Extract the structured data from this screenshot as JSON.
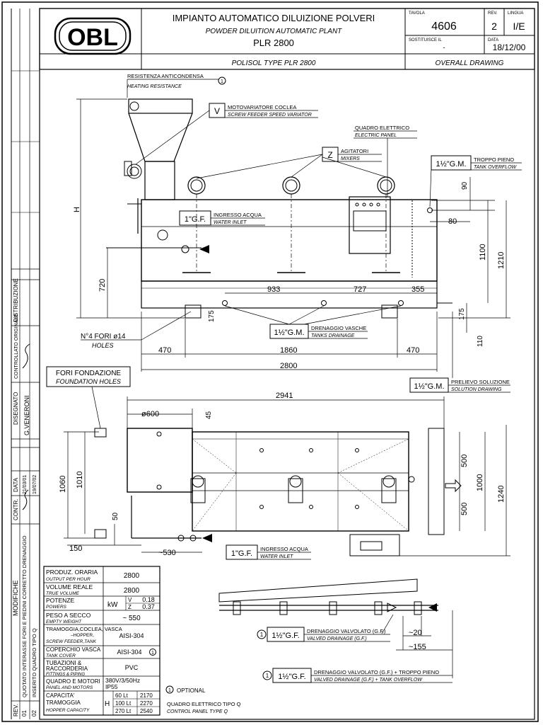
{
  "title_block": {
    "title_it": "IMPIANTO AUTOMATICO DILUIZIONE POLVERI",
    "title_en": "POWDER DILUITION AUTOMATIC PLANT",
    "model": "PLR 2800",
    "subtitle": "POLISOL TYPE PLR 2800",
    "drawing_type": "OVERALL DRAWING",
    "logo": "OBL",
    "tavola_label": "TAVOLA",
    "tavola": "4606",
    "rev_label": "REV.",
    "rev": "2",
    "lingua_label": "LINGUA",
    "lingua": "I/E",
    "sostituisce_label": "SOSTITUISCE IL",
    "sostituisce": "-",
    "data_label": "DATA",
    "data": "18/12/00"
  },
  "callouts": {
    "heating_it": "RESISTENZA ANTICONDENSA",
    "heating_en": "HEATING RESISTANCE",
    "heating_num": "1",
    "variator_letter": "V",
    "variator_it": "MOTOVARIATORE COCLEA",
    "variator_en": "SCREW FEEDER SPEED VARIATOR",
    "panel_it": "QUADRO ELETTRICO",
    "panel_en": "ELECTRIC PANEL",
    "mixers_letter": "Z",
    "mixers_it": "AGITATORI",
    "mixers_en": "MIXERS",
    "overflow_size": "1½\"G.M.",
    "overflow_it": "TROPPO PIENO",
    "overflow_en": "TANK OVERFLOW",
    "inlet_size": "1\"G.F.",
    "inlet_it": "INGRESSO ACQUA",
    "inlet_en": "WATER INLET",
    "drain_size": "1½\"G.M.",
    "drain_it": "DRENAGGIO VASCHE",
    "drain_en": "TANKS DRAINAGE",
    "holes_it": "N°4 FORI ø14",
    "holes_en": "HOLES",
    "found_it": "FORI FONDAZIONE",
    "found_en": "FOUNDATION HOLES",
    "sol_size": "1½\"G.M.",
    "sol_it": "PRELIEVO SOLUZIONE",
    "sol_en": "SOLUTION DRAWING",
    "inlet2_size": "1\"G.F.",
    "inlet2_it": "INGRESSO ACQUA",
    "inlet2_en": "WATER INLET",
    "valve_num": "1",
    "valve_size": "1½\"G.F.",
    "valve_it": "DRENAGGIO VALVOLATO (G.F.)",
    "valve_en": "VALVED DRAINAGE (G.F.)",
    "valve2_num": "1",
    "valve2_size": "1½\"G.F.",
    "valve2_it": "DRENAGGIO VALVOLATO (G.F.) + TROPPO PIENO",
    "valve2_en": "VALVED DRAINAGE (G.F.) + TANK OVERFLOW",
    "optional_num": "1",
    "optional": "OPTIONAL",
    "panel_q_it": "QUADRO ELETTRICO TIPO Q",
    "panel_q_en": "CONTROL PANEL TYPE Q"
  },
  "dimensions": {
    "H": "H",
    "d720": "720",
    "d90": "90",
    "d80": "80",
    "d1100": "1100",
    "d1210": "1210",
    "d933": "933",
    "d727": "727",
    "d355": "355",
    "d175a": "175",
    "d175b": "175",
    "d110": "110",
    "d470a": "470",
    "d1860": "1860",
    "d470b": "470",
    "d2800": "2800",
    "d2941": "2941",
    "d600": "ø600",
    "d45": "45",
    "d1060": "1060",
    "d1010": "1010",
    "d50": "50",
    "d150": "150",
    "d530": "~530",
    "d500a": "500",
    "d500b": "500",
    "d1000": "1000",
    "d1240": "1240",
    "d20": "~20",
    "d155": "~155",
    "kw": "kW"
  },
  "specs": [
    {
      "it": "PRODUZ. ORARIA",
      "en": "OUTPUT PER HOUR",
      "val": "2800"
    },
    {
      "it": "VOLUME REALE",
      "en": "TRUE VOLUME",
      "val": "2800"
    },
    {
      "it": "POTENZE",
      "en": "POWERS",
      "val": ""
    },
    {
      "it": "PESO A SECCO",
      "en": "EMPTY WEIGHT",
      "val": "~ 550"
    },
    {
      "it": "TRAMOGGIA,COCLEA, VASCA",
      "it2": "–HOPPER,",
      "en": "SCREW FEEDER,TANK",
      "val": "AISI-304"
    },
    {
      "it": "COPERCHIO VASCA",
      "en": "TANK COVER",
      "val": "AISI-304"
    },
    {
      "it": "TUBAZIONI &",
      "it2": "RACCORDERIA",
      "en": "FITTINGS & PIPING",
      "val": "PVC"
    },
    {
      "it": "QUADRO E MOTORI",
      "en": "PANEL AND MOTORS",
      "val": "380V/3/50Hz",
      "val2": "IP55"
    }
  ],
  "powers": {
    "v_label": "V",
    "v_val": "0.18",
    "z_label": "Z",
    "z_val": "0.37"
  },
  "spec_extra": {
    "tank_cover_num": "1",
    "cap_it": "CAPACITA'",
    "tram_it": "TRAMOGGIA",
    "hop_en": "HOPPER CAPACITY",
    "h_label": "H"
  },
  "capacity": [
    {
      "lt": "60 Lt",
      "h": "2170"
    },
    {
      "lt": "100 Lt",
      "h": "2270"
    },
    {
      "lt": "270 Lt",
      "h": "2540"
    }
  ],
  "side": {
    "modifiche": "MODIFICHE",
    "rev_hdr": "REV.",
    "contr": "CONTR.",
    "data_hdr": "DATA",
    "rev1_num": "01",
    "rev1_txt": "QUOTATO INTERASSE FORI E PIEDINI CORRETTO DRENAGGIO",
    "rev1_date": "21/03/01",
    "rev2_num": "02",
    "rev2_txt": "INSERITO QUADRO TIPO Q",
    "rev2_date": "19/07/02",
    "disegnato": "DISEGNATO",
    "designer": "G.VENERONI",
    "controllato": "CONTROLLATO ORIGINALE",
    "distribuzione": "DISTRIBUZIONE"
  }
}
